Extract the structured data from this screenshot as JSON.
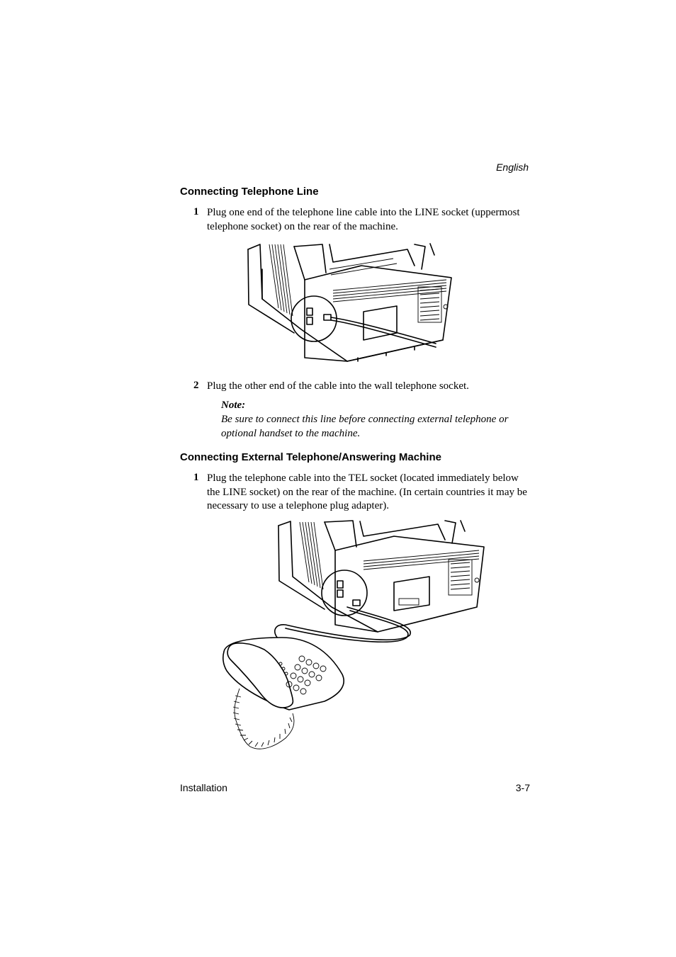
{
  "header": {
    "language": "English"
  },
  "section1": {
    "heading": "Connecting Telephone Line",
    "step1": {
      "num": "1",
      "text": "Plug one end of the telephone line cable into the LINE socket (uppermost telephone socket) on the rear of the machine."
    },
    "step2": {
      "num": "2",
      "text": "Plug the other end of the cable into the wall telephone socket."
    },
    "note": {
      "label": "Note:",
      "text": "Be sure to connect this line before connecting external telephone or optional handset to the machine."
    }
  },
  "section2": {
    "heading": "Connecting External Telephone/Answering Machine",
    "step1": {
      "num": "1",
      "text": "Plug the telephone cable into the TEL socket (located immediately below the LINE socket) on the rear of the machine. (In certain countries it may be necessary to use a telephone plug adapter)."
    }
  },
  "footer": {
    "section": "Installation",
    "page": "3-7"
  }
}
